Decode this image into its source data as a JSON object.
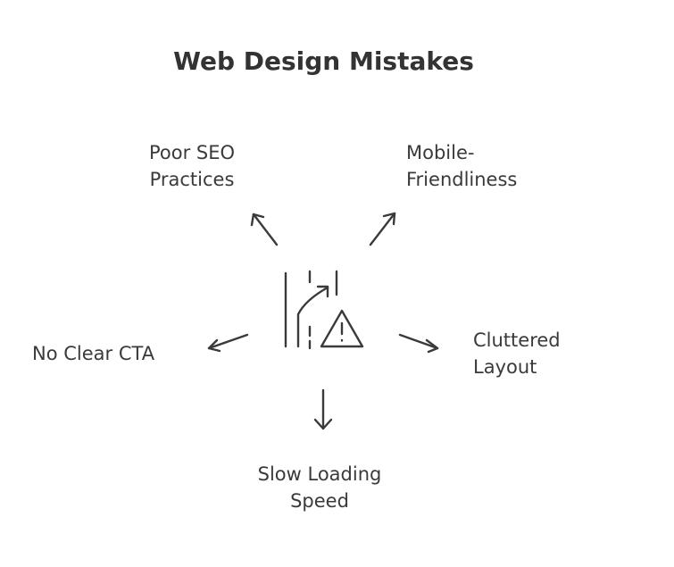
{
  "title": "Web Design Mistakes",
  "mistakes": {
    "seo": {
      "line1": "Poor SEO",
      "line2": "Practices"
    },
    "mobile": {
      "line1": "Mobile-",
      "line2": "Friendliness"
    },
    "cta": {
      "line1": "No Clear CTA"
    },
    "cluttered": {
      "line1": "Cluttered",
      "line2": "Layout"
    },
    "speed": {
      "line1": "Slow Loading",
      "line2": "Speed"
    }
  },
  "center_icon": "road-warning-icon",
  "colors": {
    "ink": "#3a3a3a",
    "background": "#ffffff"
  }
}
